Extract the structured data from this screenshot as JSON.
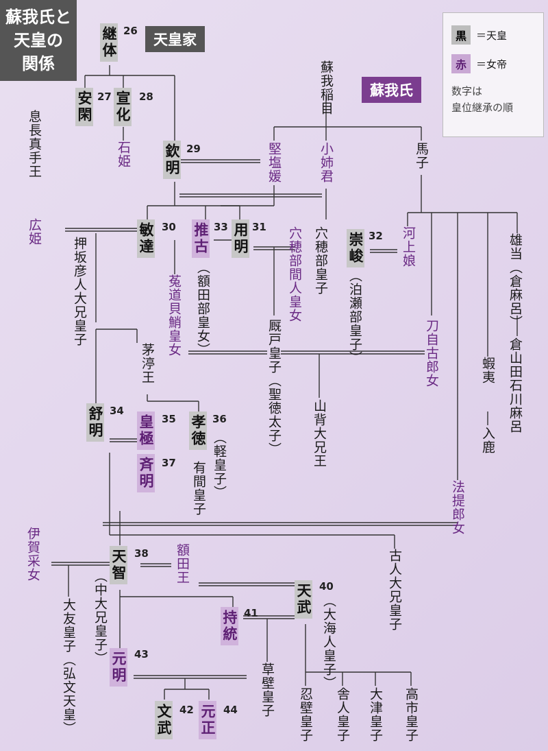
{
  "header": {
    "title_line1": "蘇我氏と",
    "title_line2": "天皇の",
    "title_line3": "関係"
  },
  "labels": {
    "imperial_house": "天皇家",
    "soga_clan": "蘇我氏"
  },
  "legend": {
    "black_swatch": "黒",
    "black_meaning": "＝天皇",
    "red_swatch": "赤",
    "red_meaning": "＝女帝",
    "note_line1": "数字は",
    "note_line2": "皇位継承の順"
  },
  "emperors": {
    "keitai": {
      "name": "継体",
      "num": "26"
    },
    "ankan": {
      "name": "安閑",
      "num": "27"
    },
    "senka": {
      "name": "宣化",
      "num": "28"
    },
    "kinmei": {
      "name": "欽明",
      "num": "29"
    },
    "bidatsu": {
      "name": "敏達",
      "num": "30"
    },
    "yomei": {
      "name": "用明",
      "num": "31"
    },
    "sushun": {
      "name": "崇峻",
      "num": "32"
    },
    "suiko": {
      "name": "推古",
      "num": "33"
    },
    "jomei": {
      "name": "舒明",
      "num": "34"
    },
    "kogyoku": {
      "name": "皇極",
      "num": "35"
    },
    "kotoku": {
      "name": "孝徳",
      "num": "36"
    },
    "saimei": {
      "name": "斉明",
      "num": "37"
    },
    "tenji": {
      "name": "天智",
      "num": "38"
    },
    "tenmu": {
      "name": "天武",
      "num": "40"
    },
    "jito": {
      "name": "持統",
      "num": "41"
    },
    "monmu": {
      "name": "文武",
      "num": "42"
    },
    "genmei": {
      "name": "元明",
      "num": "43"
    },
    "gensho": {
      "name": "元正",
      "num": "44"
    }
  },
  "people": {
    "iname": "蘇我稲目",
    "kitashihime": "堅塩媛",
    "oanegimi": "小姉君",
    "umako": "馬子",
    "ishihime": "石姫",
    "okinaga": "息長真手王",
    "hirohime": "広姫",
    "oshisaka": "押坂彦人大兄皇子",
    "anahobe_hashihito": "穴穂部間人皇女",
    "anahobe_miko": "穴穂部皇子",
    "kawakami": "河上娘",
    "emishi": "蝦夷",
    "iruka": "入鹿",
    "kuramaro": "雄当（倉麻呂）",
    "ishikawamaro": "倉山田石川麻呂",
    "tojiko": "刀自古郎女",
    "hotete": "法提郎女",
    "umayado": "厩戸皇子（聖徳太子）",
    "yamashiro": "山背大兄王",
    "uji": "菟道貝鮹皇女",
    "chinu": "茅渟王",
    "arima": "有間皇子",
    "furuhito": "古人大兄皇子",
    "iga": "伊賀采女",
    "otomo": "大友皇子（弘文天皇）",
    "nukata": "額田王",
    "kusakabe": "草壁皇子",
    "osakabe": "忍壁皇子",
    "toneri": "舎人皇子",
    "otsu": "大津皇子",
    "takechi": "高市皇子"
  },
  "aliases": {
    "suiko_alias": "（額田部皇女）",
    "sushun_alias": "（泊瀬部皇子）",
    "kotoku_alias": "（軽皇子）",
    "tenji_alias": "（中大兄皇子）",
    "tenmu_alias": "（大海人皇子）"
  }
}
